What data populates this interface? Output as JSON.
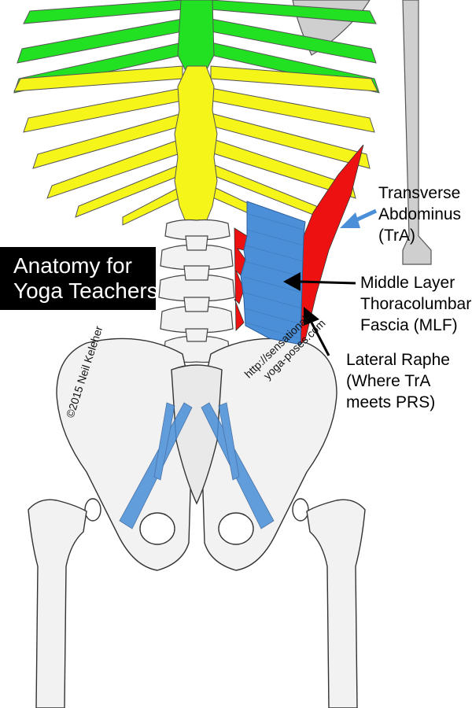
{
  "title_badge": {
    "line1": "Anatomy for",
    "line2": "Yoga Teachers"
  },
  "labels": {
    "tra": [
      "Transverse",
      "Abdominus",
      "(TrA)"
    ],
    "mlf": [
      "Middle Layer",
      "Thoracolumbar",
      "Fascia (MLF)"
    ],
    "raphe": [
      "Lateral Raphe",
      "(Where TrA",
      "meets PRS)"
    ]
  },
  "credits": {
    "copyright": "©2015 Neil Keleher",
    "url_line1": "http://sensational-",
    "url_line2": "yoga-poses.com"
  },
  "colors": {
    "thoracic_upper": "#22e022",
    "thoracic_lower": "#f5f51a",
    "transverse_abdominus": "#ee1111",
    "fascia": "#4a8fd8",
    "bone": "#f2f2f2",
    "arm": "#cfcfcf"
  }
}
